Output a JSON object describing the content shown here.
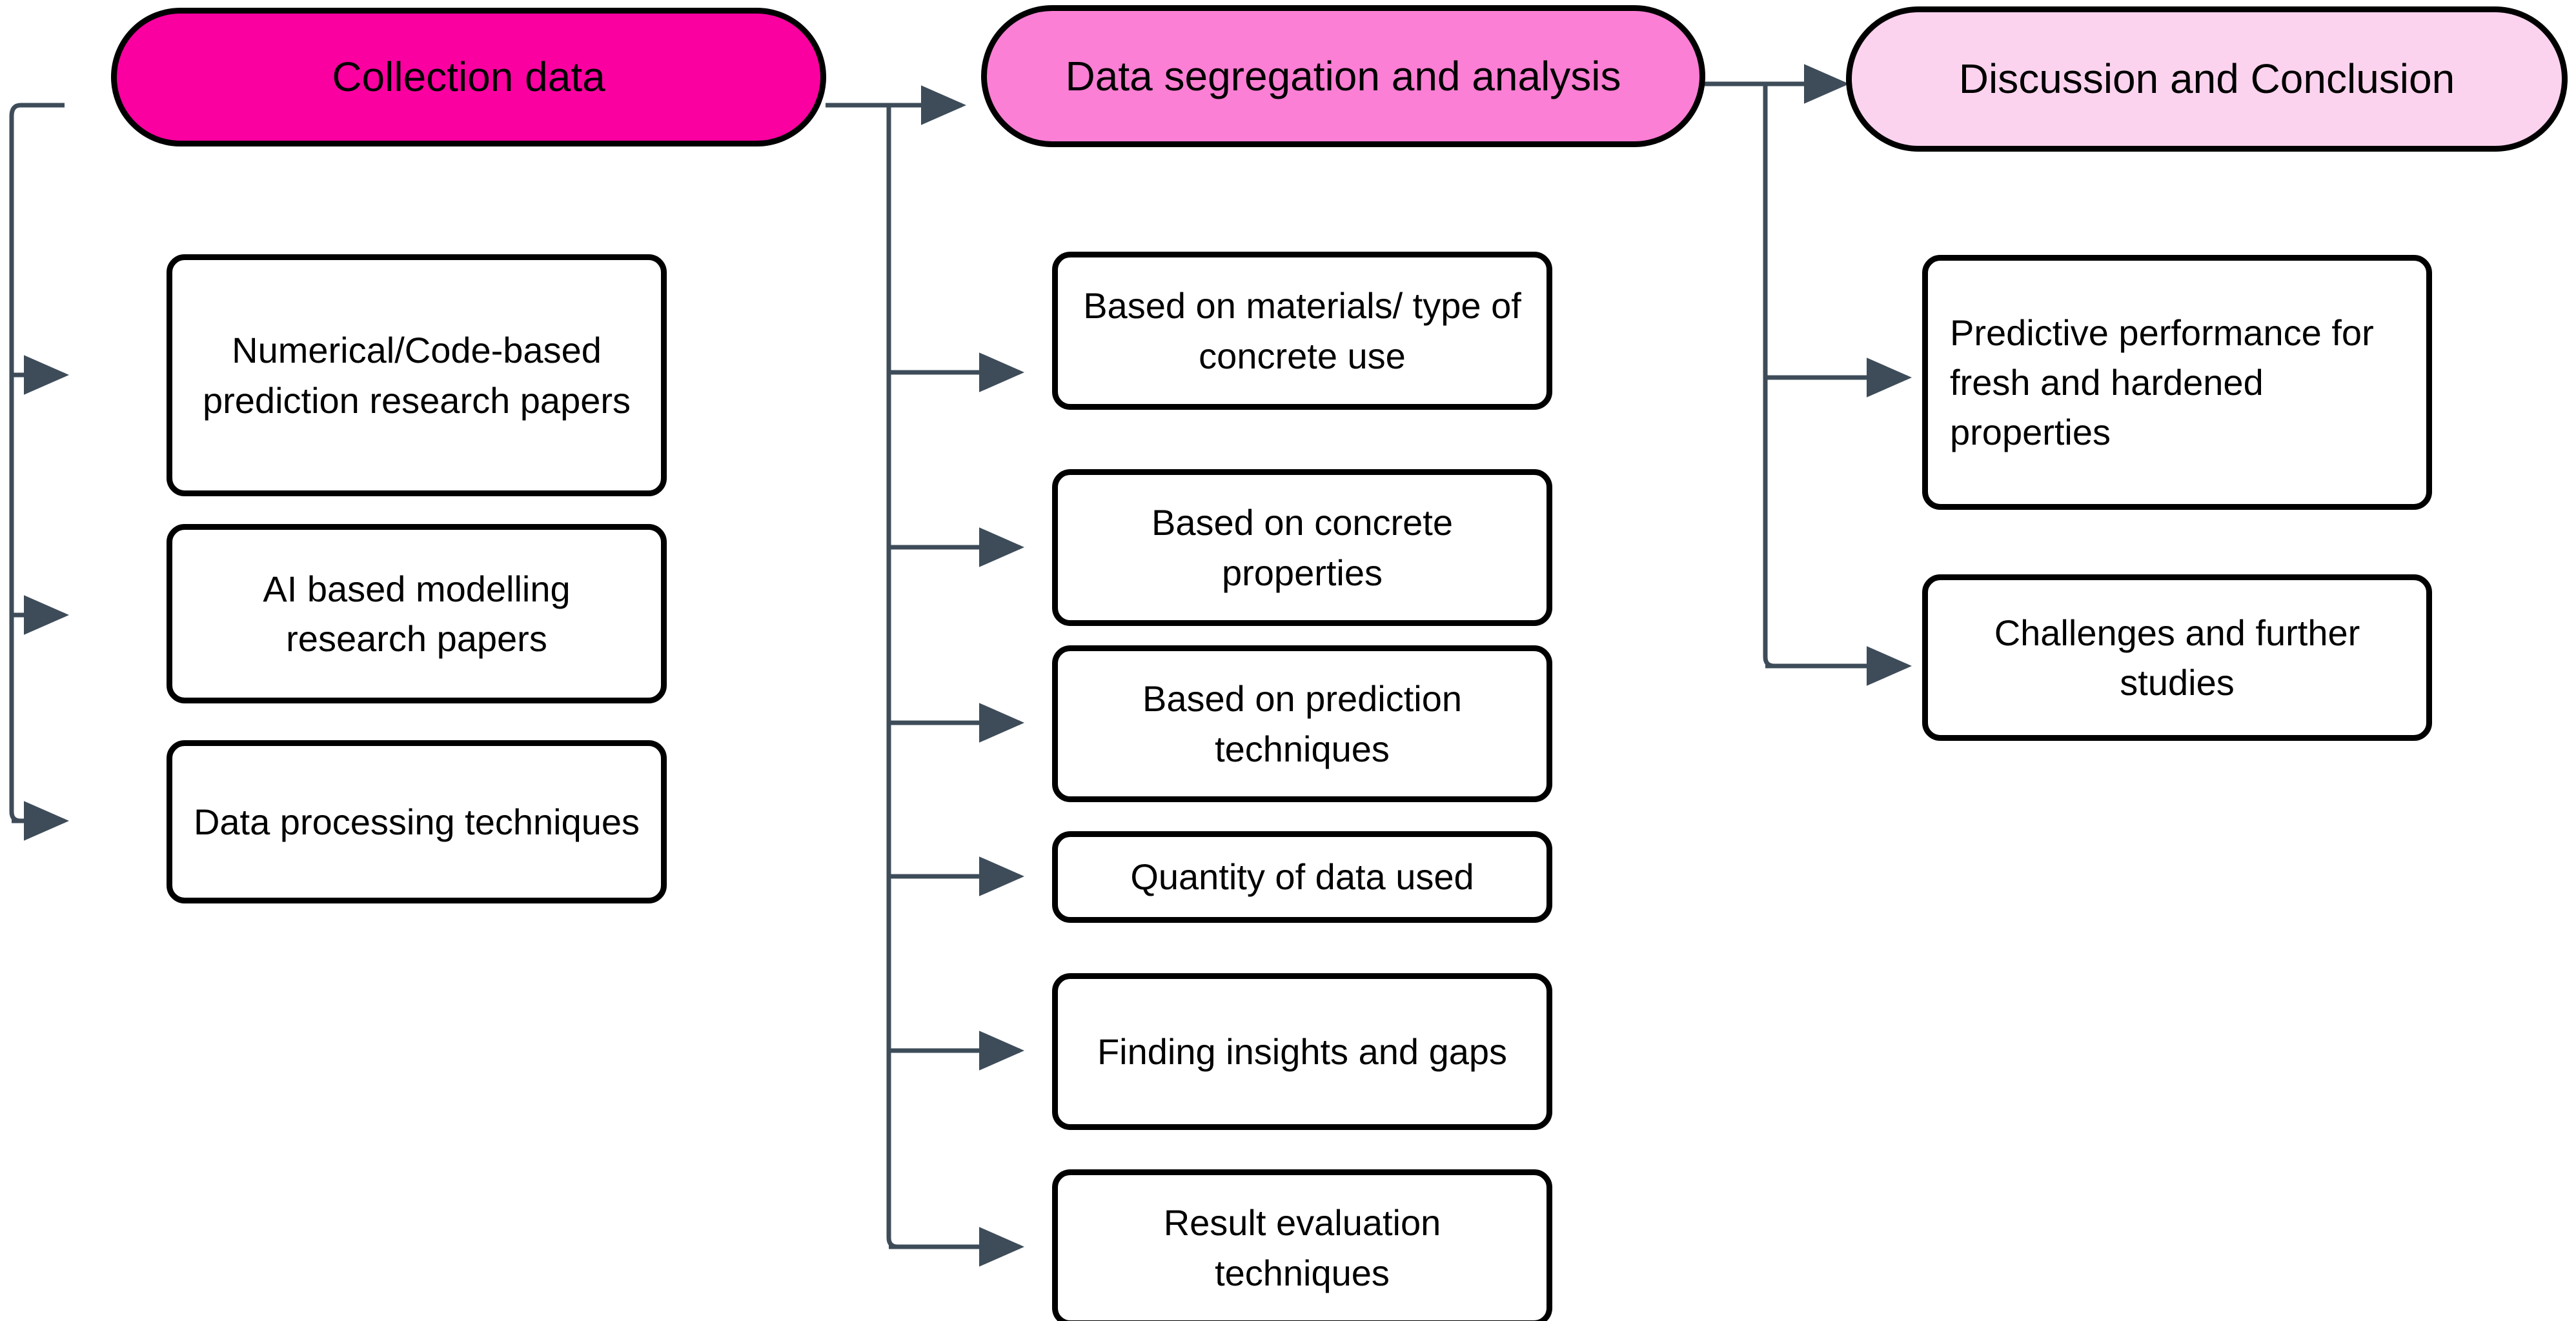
{
  "diagram": {
    "title": "Research methodology flowchart",
    "colors": {
      "stage1_fill": "#FA00A0",
      "stage2_fill": "#FB7FD4",
      "stage3_fill": "#FBD3EE",
      "stroke": "#000000",
      "connector": "#3E4C59",
      "background": "#FFFFFF"
    },
    "stages": [
      {
        "id": "collection-data",
        "label": "Collection data",
        "fill": "#FA00A0",
        "children": [
          {
            "id": "numerical-code-based",
            "label": "Numerical/Code-based prediction research papers"
          },
          {
            "id": "ai-based-modelling",
            "label": "AI based modelling research papers"
          },
          {
            "id": "data-processing",
            "label": "Data processing techniques"
          }
        ]
      },
      {
        "id": "data-segregation-analysis",
        "label": "Data segregation and analysis",
        "fill": "#FB7FD4",
        "children": [
          {
            "id": "based-on-materials",
            "label": "Based on materials/ type of concrete use"
          },
          {
            "id": "based-on-concrete-properties",
            "label": "Based on concrete properties"
          },
          {
            "id": "based-on-prediction-techniques",
            "label": "Based on prediction techniques"
          },
          {
            "id": "quantity-of-data-used",
            "label": "Quantity of data used"
          },
          {
            "id": "finding-insights-gaps",
            "label": "Finding insights and gaps"
          },
          {
            "id": "result-evaluation-techniques",
            "label": "Result evaluation techniques"
          }
        ]
      },
      {
        "id": "discussion-conclusion",
        "label": "Discussion and Conclusion",
        "fill": "#FBD3EE",
        "children": [
          {
            "id": "predictive-performance",
            "label": "Predictive performance for fresh and hardened properties"
          },
          {
            "id": "challenges-further-studies",
            "label": "Challenges and further studies"
          }
        ]
      }
    ]
  }
}
